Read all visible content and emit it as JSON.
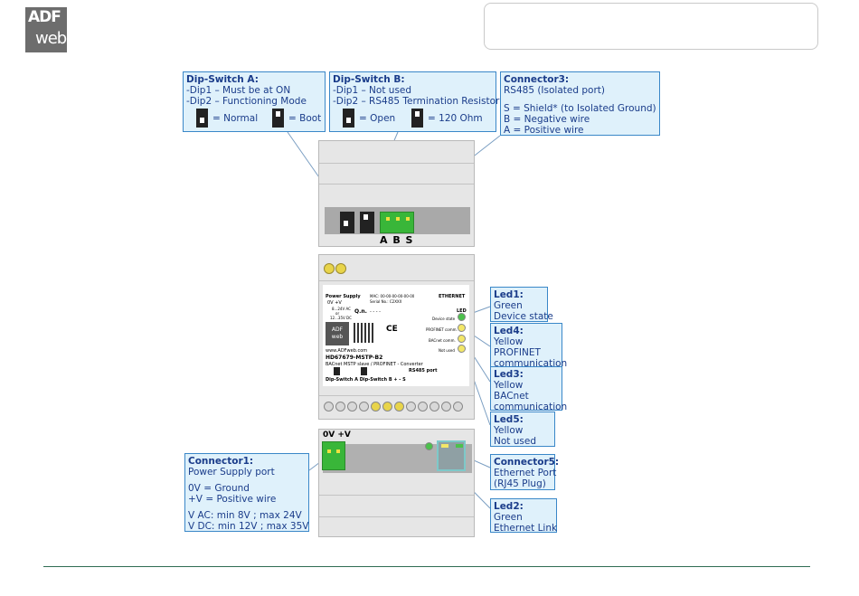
{
  "logo": {
    "line1": "ADF",
    "line2": "web"
  },
  "callouts": {
    "dipA": {
      "title": "Dip-Switch A:",
      "line1": "-Dip1 – Must be at ON",
      "line2": "-Dip2 – Functioning Mode",
      "normal": "= Normal",
      "boot": "= Boot"
    },
    "dipB": {
      "title": "Dip-Switch B:",
      "line1": "-Dip1 – Not used",
      "line2": "-Dip2 – RS485 Termination Resistor",
      "open": "= Open",
      "ohm": "= 120 Ohm"
    },
    "conn3": {
      "title": "Connector3:",
      "line1": "RS485 (Isolated port)",
      "line2": "S = Shield* (to Isolated Ground)",
      "line3": "B = Negative wire",
      "line4": "A = Positive wire"
    },
    "led1": {
      "title": "Led1:",
      "line1": "Green",
      "line2": "Device state"
    },
    "led4": {
      "title": "Led4:",
      "line1": "Yellow",
      "line2": "PROFINET",
      "line3": "communication"
    },
    "led3": {
      "title": "Led3:",
      "line1": "Yellow",
      "line2": "BACnet",
      "line3": "communication"
    },
    "led5": {
      "title": "Led5:",
      "line1": "Yellow",
      "line2": "Not used"
    },
    "conn1": {
      "title": "Connector1:",
      "line1": "Power Supply port",
      "line2": "0V = Ground",
      "line3": "+V = Positive wire",
      "line4": "V AC: min 8V ; max 24V",
      "line5": "V DC: min 12V ; max 35V"
    },
    "conn5": {
      "title": "Connector5:",
      "line1": "Ethernet Port",
      "line2": "(RJ45 Plug)"
    },
    "led2": {
      "title": "Led2:",
      "line1": "Green",
      "line2": "Ethernet Link"
    }
  },
  "device": {
    "terminal_labels": "A B S",
    "power_labels": "0V +V",
    "label": {
      "power_supply": "Power Supply",
      "ov_v": "0V    +V",
      "range1": "8...24V AC",
      "or": "or",
      "range2": "12...35V DC",
      "mac": "MAC: 00-00-00-00-00-00",
      "serial": "Serial No.: C2XXX",
      "qn": "Q.n.",
      "qn_value": "- - - -",
      "ethernet": "ETHERNET",
      "led": "LED",
      "device_state": "Device state",
      "profinet_comm": "PROFINET comm.",
      "bacnet_comm": "BACnet comm.",
      "not_used": "Not used",
      "website": "www.ADFweb.com",
      "part_number": "HD67679-MSTP-B2",
      "description": "BACnet MSTP slave / PROFINET - Converter",
      "rs485_port": "RS485 port",
      "dip_footer": "Dip-Switch A  Dip-Switch B    +   -   S",
      "logo_small": "ADF web"
    }
  }
}
